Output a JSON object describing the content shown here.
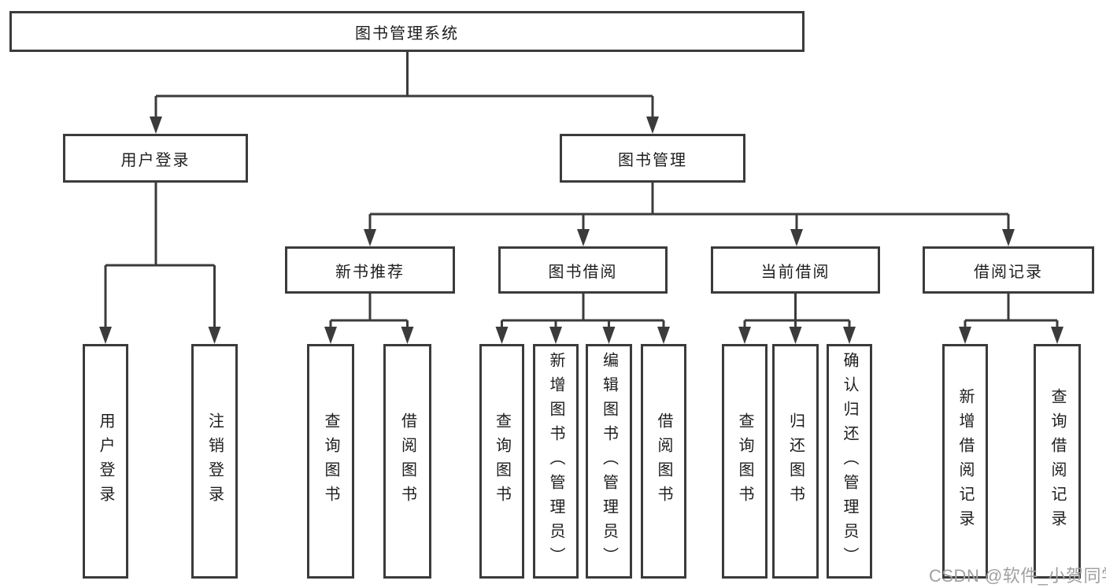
{
  "diagram": {
    "root": {
      "label": "图书管理系统"
    },
    "user_branch": {
      "label": "用户登录",
      "children": [
        {
          "label": "用户登录"
        },
        {
          "label": "注销登录"
        }
      ]
    },
    "book_branch": {
      "label": "图书管理",
      "groups": [
        {
          "label": "新书推荐",
          "children": [
            {
              "label": "查询图书"
            },
            {
              "label": "借阅图书"
            }
          ]
        },
        {
          "label": "图书借阅",
          "children": [
            {
              "label": "查询图书"
            },
            {
              "label": "新增图书（管理员）"
            },
            {
              "label": "编辑图书（管理员）"
            },
            {
              "label": "借阅图书"
            }
          ]
        },
        {
          "label": "当前借阅",
          "children": [
            {
              "label": "查询图书"
            },
            {
              "label": "归还图书"
            },
            {
              "label": "确认归还（管理员）"
            }
          ]
        },
        {
          "label": "借阅记录",
          "children": [
            {
              "label": "新增借阅记录"
            },
            {
              "label": "查询借阅记录"
            }
          ]
        }
      ]
    }
  },
  "watermark": {
    "label": "CSDN @软件_小贺同学"
  },
  "colors": {
    "line": "#3b3b3b",
    "text": "#1e1e1e",
    "watermark": "#a0a0a0",
    "background": "#ffffff"
  }
}
